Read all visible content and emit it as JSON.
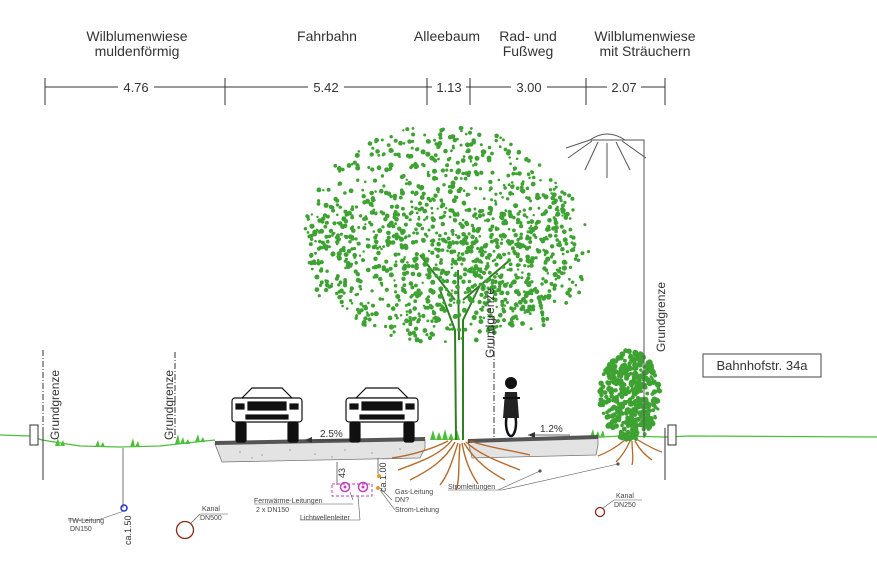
{
  "zones": [
    {
      "line1": "Wilblumenwiese",
      "line2": "muldenförmig"
    },
    {
      "line1": "Fahrbahn",
      "line2": ""
    },
    {
      "line1": "Alleebaum",
      "line2": ""
    },
    {
      "line1": "Rad- und",
      "line2": "Fußweg"
    },
    {
      "line1": "Wilblumenwiese",
      "line2": "mit Sträuchern"
    }
  ],
  "dimensions": [
    "4.76",
    "5.42",
    "1.13",
    "3.00",
    "2.07"
  ],
  "boundary_labels": [
    "Grundgrenze",
    "Grundgrenze",
    "Grundgrenze",
    "Grundgrenze"
  ],
  "slopes": {
    "road": "2.5%",
    "path": "1.2%"
  },
  "depths": {
    "tw": "ca.1.50",
    "fw": "43",
    "gas": "ca.1.00"
  },
  "utilities": {
    "tw_line1": "TW-Leitung",
    "tw_line2": "DN150",
    "kanal_left_1": "Kanal",
    "kanal_left_2": "DN500",
    "fernwaerme_1": "Fernwärme-Leitungen",
    "fernwaerme_2": "2 x DN150",
    "lichtwellen": "Lichtwellenleiter",
    "gas_1": "Gas-Leitung",
    "gas_2": "DN?",
    "strom": "Strom-Leitung",
    "stromleitungen": "Stromleitungen",
    "kanal_right_1": "Kanal",
    "kanal_right_2": "DN250"
  },
  "address": "Bahnhofstr. 34a",
  "colors": {
    "foliage": "#3ea232",
    "grass": "#4cbf3a",
    "roots": "#b46a2a",
    "pipe_purple": "#c040c0",
    "pipe_blue": "#2233cc",
    "kanal": "#8b2a1a"
  }
}
